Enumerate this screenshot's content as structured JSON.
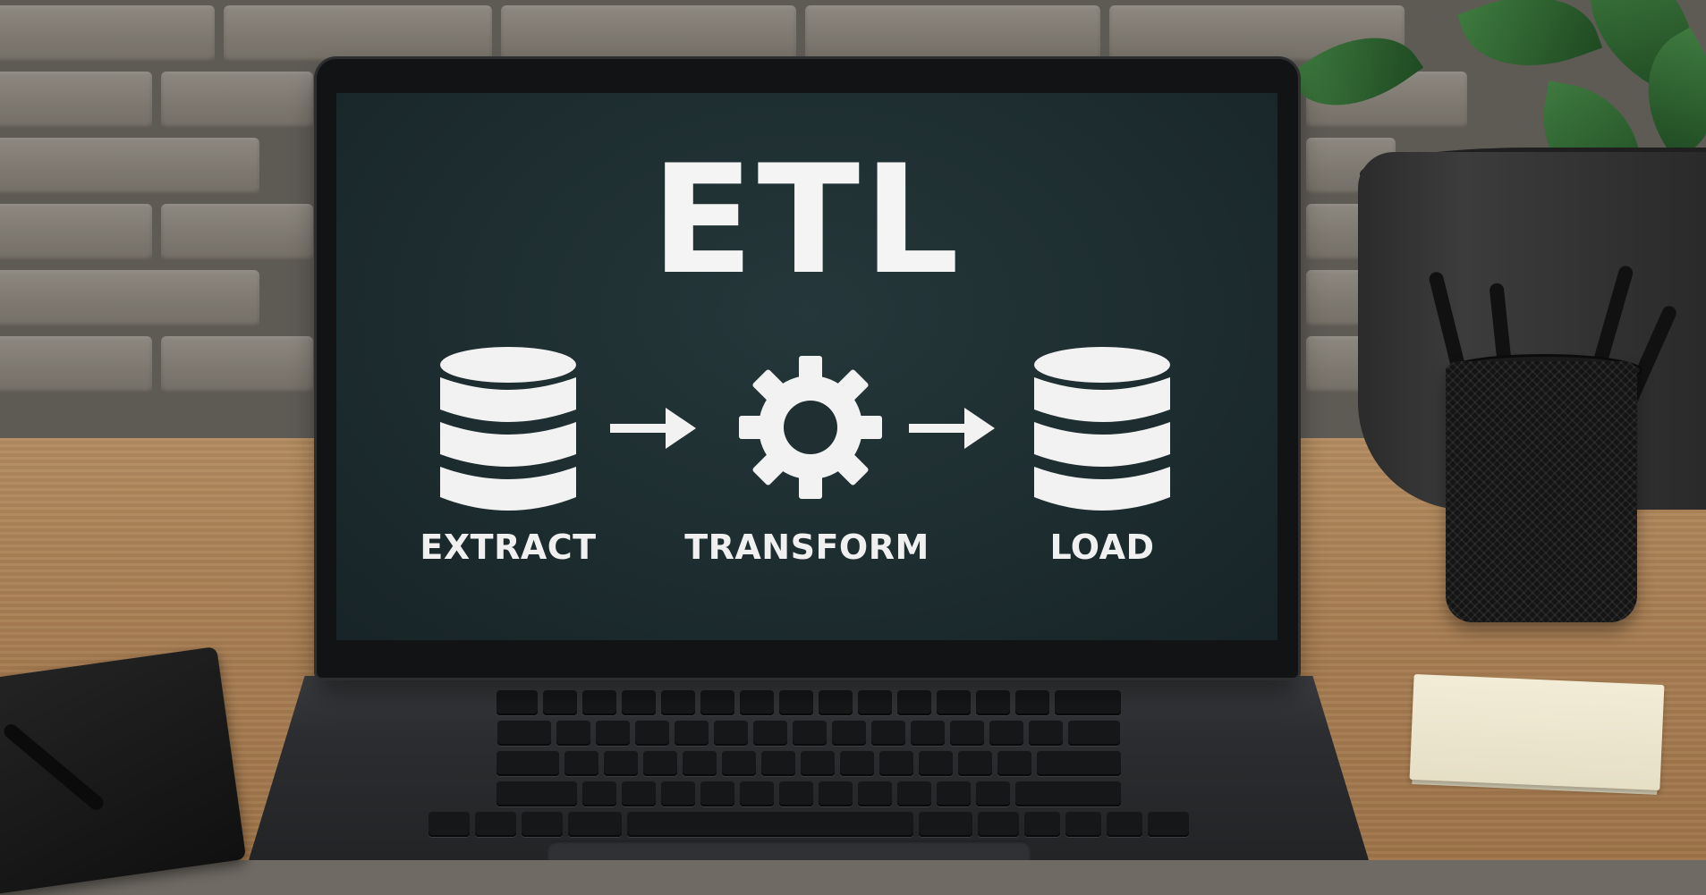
{
  "screen": {
    "title": "ETL",
    "stages": [
      {
        "label": "EXTRACT",
        "icon": "database-icon"
      },
      {
        "label": "TRANSFORM",
        "icon": "gear-icon"
      },
      {
        "label": "LOAD",
        "icon": "database-icon"
      }
    ],
    "connector_icon": "arrow-right-icon"
  },
  "colors": {
    "screen_bg": "#1d2d30",
    "screen_text": "#f4f4f4",
    "laptop_body": "#2b2d30",
    "desk_wood": "#a97f54",
    "wall": "#7d786f"
  }
}
